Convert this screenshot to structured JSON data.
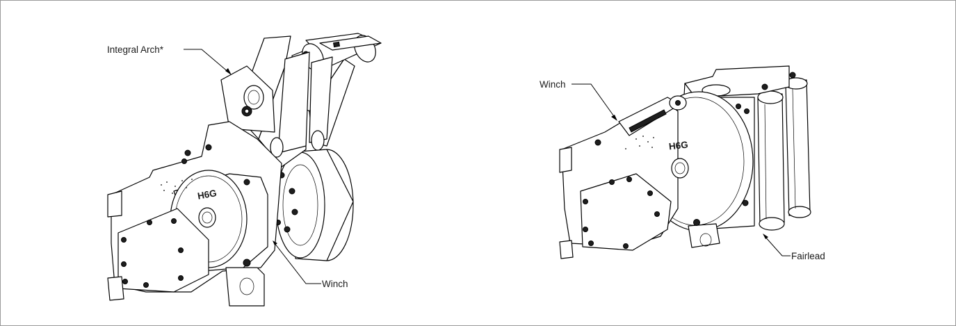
{
  "callouts": {
    "integral_arch": "Integral Arch*",
    "winch_left": "Winch",
    "winch_right": "Winch",
    "fairlead": "Fairlead"
  },
  "markings": {
    "model_left": "H6G",
    "model_right": "H6G"
  }
}
